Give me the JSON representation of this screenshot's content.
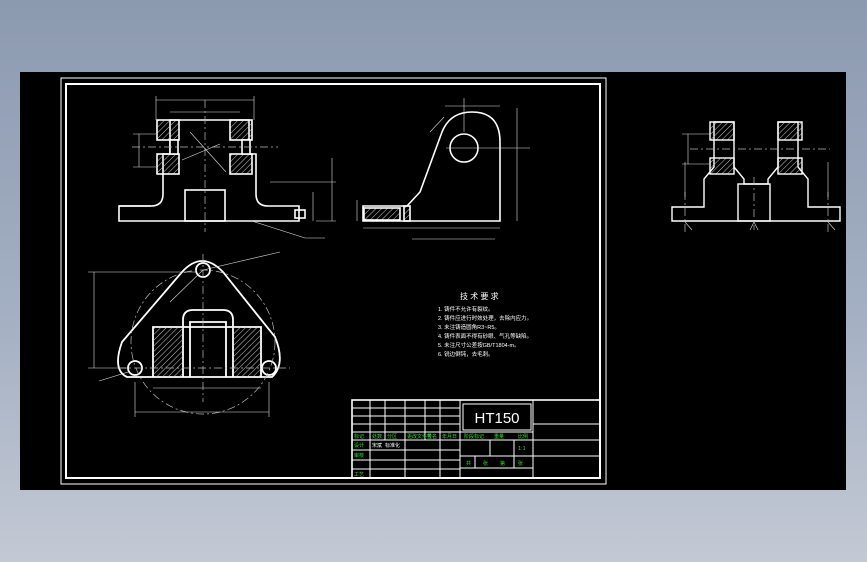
{
  "title_block": {
    "material": "HT150",
    "header_cells": [
      "标记",
      "处数",
      "分区",
      "更改文件号",
      "签名",
      "年月日"
    ],
    "row_labels": [
      "设计",
      "审核",
      "工艺"
    ],
    "designer": "标准化",
    "designer_name": "宋斌",
    "stage_labels": [
      "阶段标记",
      "重量",
      "比例"
    ],
    "scale": "1:1",
    "sheet_labels": [
      "共",
      "张",
      "第",
      "张"
    ]
  },
  "technical_requirements": {
    "title": "技 术 要 求",
    "items": [
      "1. 铸件不允许有裂纹。",
      "2. 铸件应进行时效处理，去除内应力。",
      "3. 未注铸造圆角R3~R5。",
      "4. 铸件表面不得有砂眼、气孔等缺陷。",
      "5. 未注尺寸公差按GB/T1804-m。",
      "6. 锐边倒钝，去毛刺。"
    ]
  },
  "colors": {
    "background": "#000000",
    "line": "#ffffff",
    "dimension": "#e8e8e8",
    "green_text": "#2fe02f",
    "yellow_text": "#f0f080",
    "hatch": "#c0c0c0"
  }
}
